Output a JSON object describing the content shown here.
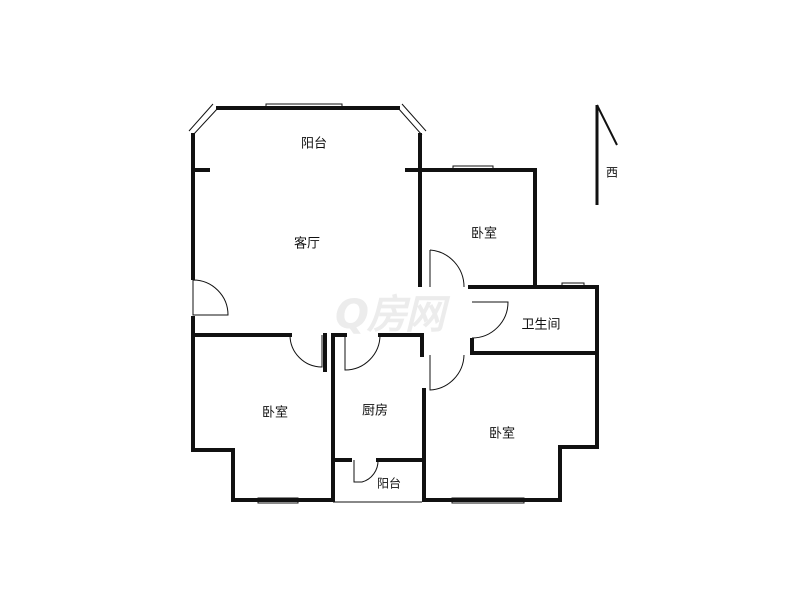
{
  "rooms": {
    "balcony_top": "阳台",
    "living_room": "客厅",
    "bedroom_north": "卧室",
    "bathroom": "卫生间",
    "bedroom_west": "卧室",
    "kitchen": "厨房",
    "bedroom_south": "卧室",
    "balcony_small": "阳台"
  },
  "compass": {
    "direction": "西"
  },
  "watermark": "Q房网",
  "colors": {
    "wall": "#111111",
    "watermark": "#ececec"
  }
}
